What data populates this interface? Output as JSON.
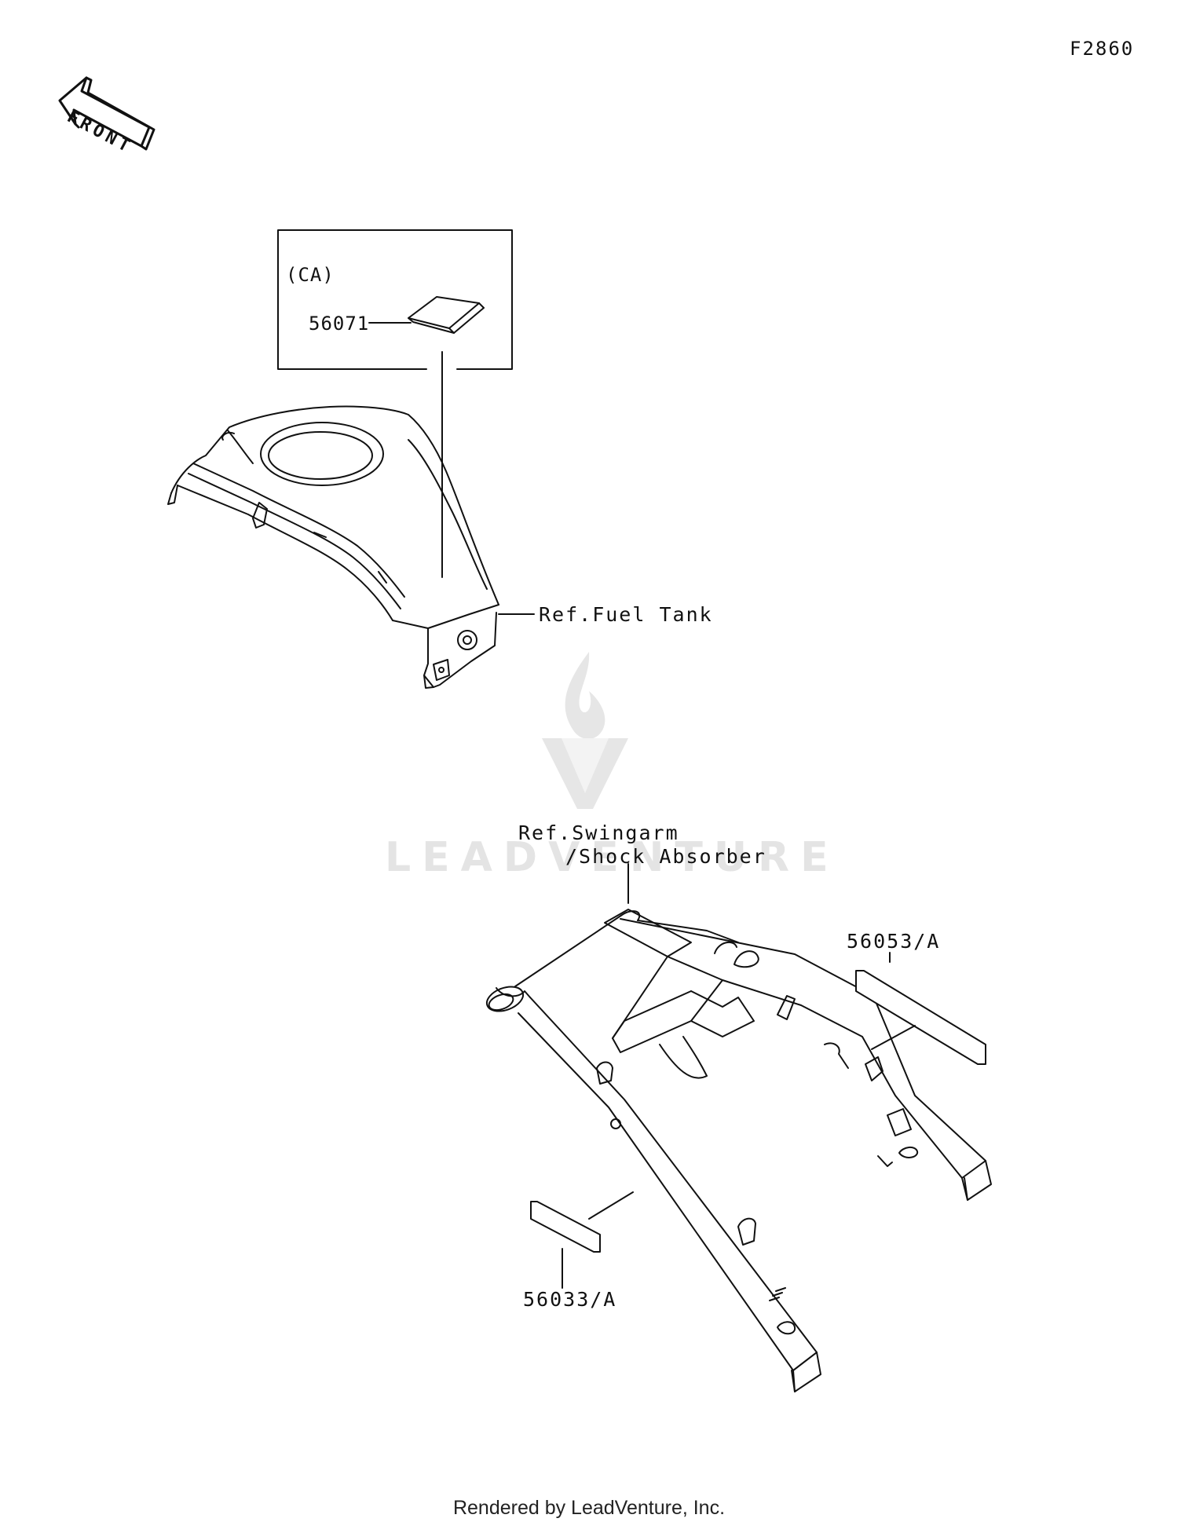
{
  "diagram_code": "F2860",
  "front_label": "FRONT",
  "insert_box": {
    "region": "(CA)",
    "part": "56071"
  },
  "callouts": {
    "fuel_tank_ref": "Ref.Fuel Tank",
    "swingarm_ref_line1": "Ref.Swingarm",
    "swingarm_ref_line2": "/Shock Absorber",
    "label_right": "56053/A",
    "label_left": "56033/A"
  },
  "watermark": "LEADVENTURE",
  "footer": "Rendered by LeadVenture, Inc."
}
